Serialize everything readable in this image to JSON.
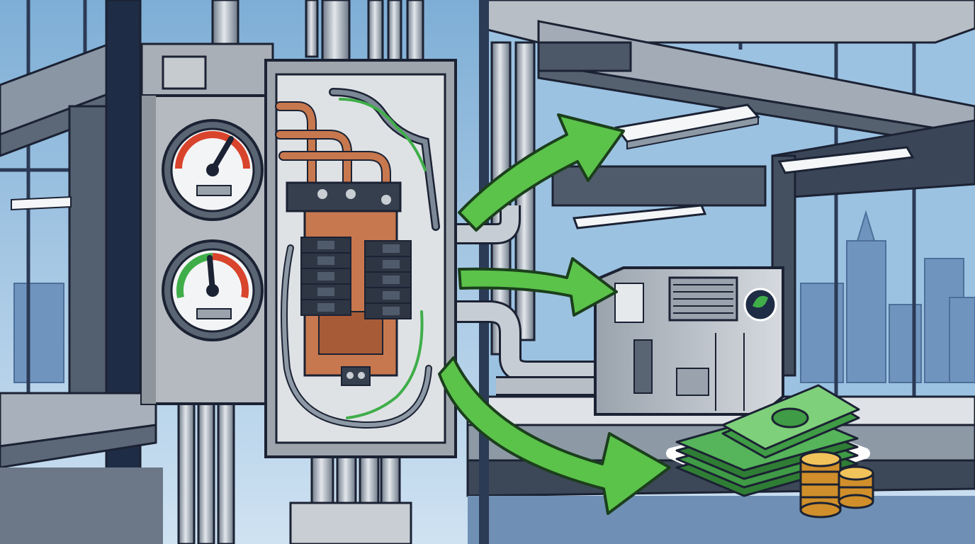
{
  "illustration": {
    "palette": {
      "sky": "#8fb8dc",
      "sky_light": "#c9def0",
      "steel_dark": "#1f2c45",
      "steel": "#5f6e80",
      "concrete": "#a3acb6",
      "panel_gray": "#b3b8be",
      "copper": "#c8784e",
      "green_arrow": "#5bc24a",
      "green_dark": "#2d7a2a",
      "red": "#d9442c",
      "money_green": "#3f9b45",
      "coin": "#e3a93c",
      "outline": "#1b2233"
    },
    "gauges": [
      {
        "state": "high",
        "needle_fraction": 0.8,
        "arc_color": "#d9442c"
      },
      {
        "state": "normal",
        "needle_fraction": 0.35,
        "arc_color": "#3fae49"
      }
    ],
    "breaker_rows": 5,
    "arrow_targets": [
      "ceiling-lights",
      "hvac-unit",
      "money-stack"
    ],
    "icons": [
      "power-leaf-icon",
      "money-stack-icon",
      "coin-stack-icon"
    ]
  }
}
